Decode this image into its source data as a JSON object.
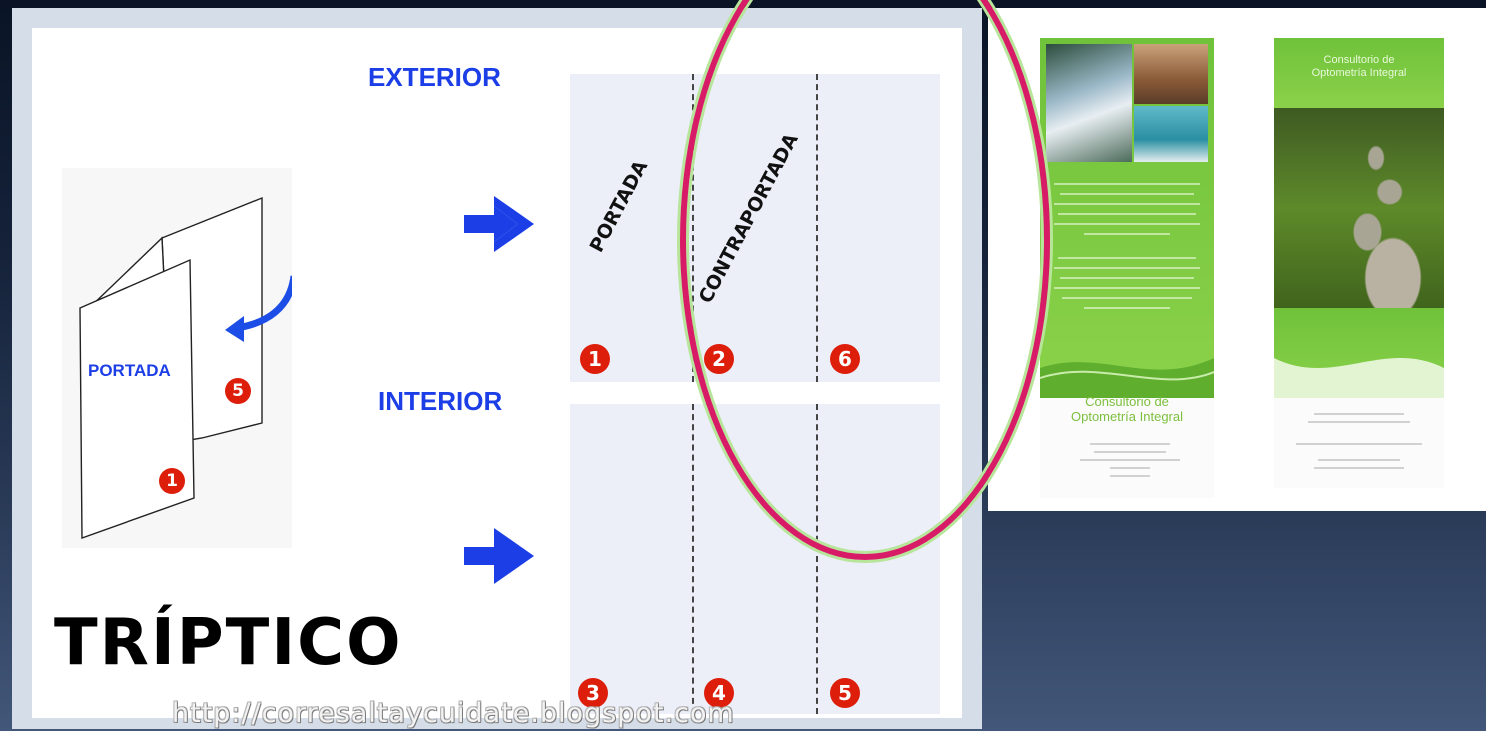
{
  "exterior_heading": "EXTERIOR",
  "interior_heading": "INTERIOR",
  "exterior_labels": {
    "portada": "PORTADA",
    "contraportada": "CONTRAPORTADA"
  },
  "exterior_numbers": [
    "1",
    "2",
    "6"
  ],
  "interior_numbers": [
    "3",
    "4",
    "5"
  ],
  "fold_illustration": {
    "label": "PORTADA",
    "num_front": "1",
    "num_inner": "5"
  },
  "title": "TRÍPTICO",
  "url": "http://corresaltaycuidate.blogspot.com",
  "brochure": {
    "left_caption": [
      "Consultorio de",
      "Optometría Integral"
    ],
    "right_header": [
      "Consultorio de",
      "Optometría Integral"
    ]
  },
  "colors": {
    "accent_blue": "#1c3ee6",
    "badge_red": "#dd1e0a",
    "frame_magenta": "#d81b66",
    "brochure_green": "#7cbf3d"
  },
  "icons": [
    "arrow-right-icon",
    "curved-arrow-icon"
  ]
}
